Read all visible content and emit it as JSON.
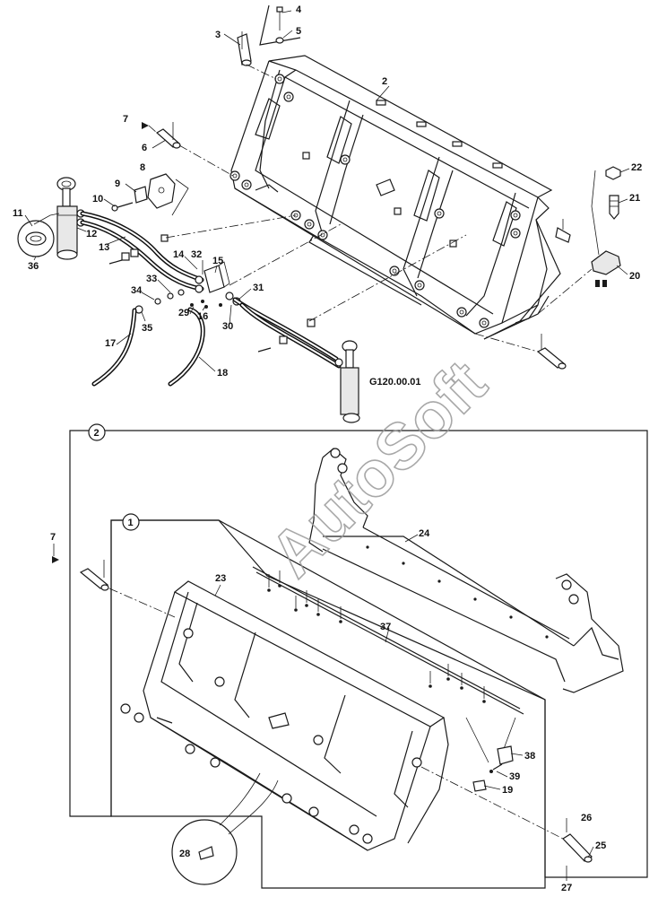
{
  "figure_code": "G120.00.01",
  "watermark": "AutoSoft",
  "callouts": [
    {
      "id": "box-2",
      "text": "2"
    },
    {
      "id": "box-1",
      "text": "1"
    }
  ],
  "part_labels": [
    "2",
    "3",
    "4",
    "5",
    "6",
    "7",
    "8",
    "9",
    "10",
    "11",
    "12",
    "13",
    "14",
    "15",
    "16",
    "17",
    "18",
    "19",
    "20",
    "21",
    "22",
    "23",
    "24",
    "25",
    "26",
    "27",
    "28",
    "29",
    "30",
    "31",
    "32",
    "33",
    "34",
    "35",
    "36",
    "37",
    "38",
    "39",
    "7"
  ],
  "colors": {
    "line": "#1a1a1a",
    "background": "#ffffff",
    "watermark": "#9a9a9a"
  }
}
